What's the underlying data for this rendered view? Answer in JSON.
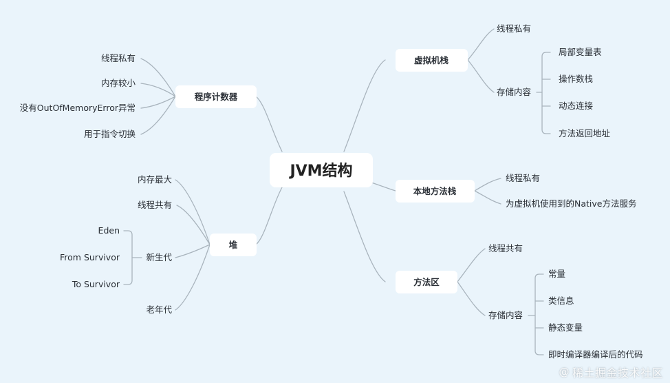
{
  "root": {
    "label": "JVM结构"
  },
  "left_branches": [
    {
      "label": "程序计数器",
      "children": [
        {
          "label": "线程私有"
        },
        {
          "label": "内存较小"
        },
        {
          "label": "没有OutOfMemoryError异常"
        },
        {
          "label": "用于指令切换"
        }
      ]
    },
    {
      "label": "堆",
      "children": [
        {
          "label": "内存最大"
        },
        {
          "label": "线程共有"
        },
        {
          "label": "新生代",
          "children": [
            {
              "label": "Eden"
            },
            {
              "label": "From Survivor"
            },
            {
              "label": "To Survivor"
            }
          ]
        },
        {
          "label": "老年代"
        }
      ]
    }
  ],
  "right_branches": [
    {
      "label": "虚拟机栈",
      "children": [
        {
          "label": "线程私有"
        },
        {
          "label": "存储内容",
          "children": [
            {
              "label": "局部变量表"
            },
            {
              "label": "操作数栈"
            },
            {
              "label": "动态连接"
            },
            {
              "label": "方法返回地址"
            }
          ]
        }
      ]
    },
    {
      "label": "本地方法栈",
      "children": [
        {
          "label": "线程私有"
        },
        {
          "label": "为虚拟机使用到的Native方法服务"
        }
      ]
    },
    {
      "label": "方法区",
      "children": [
        {
          "label": "线程共有"
        },
        {
          "label": "存储内容",
          "children": [
            {
              "label": "常量"
            },
            {
              "label": "类信息"
            },
            {
              "label": "静态变量"
            },
            {
              "label": "即时编译器编译后的代码"
            }
          ]
        }
      ]
    }
  ],
  "watermark": {
    "at": "@",
    "text": "稀土掘金技术社区"
  },
  "colors": {
    "background": "#eaf4fb",
    "line": "#a9b4bd",
    "node_fill": "#ffffff"
  }
}
